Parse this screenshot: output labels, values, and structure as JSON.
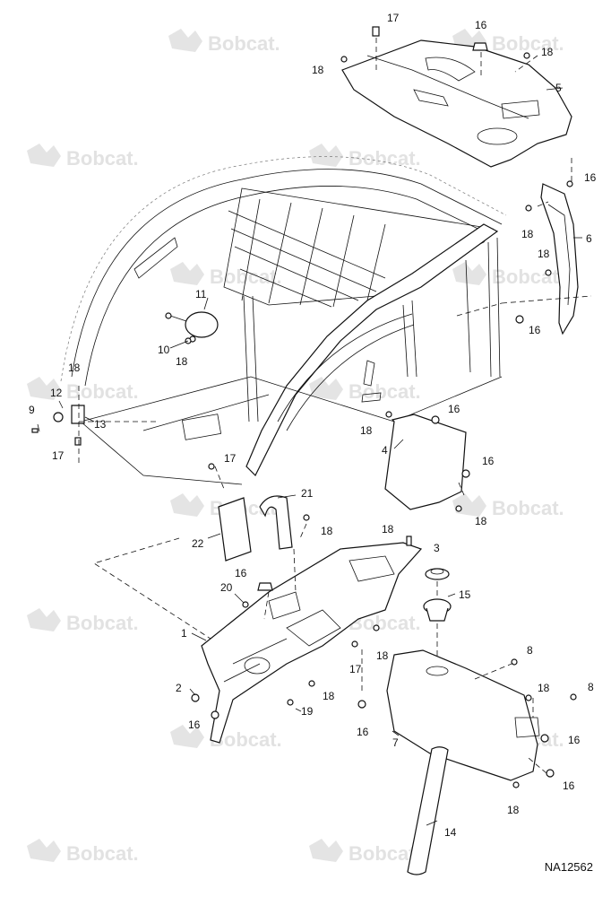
{
  "watermark": {
    "text": "Bobcat."
  },
  "figure_code": "NA12562",
  "callouts": {
    "c1": "1",
    "c2": "2",
    "c3": "3",
    "c4": "4",
    "c5": "5",
    "c6": "6",
    "c7": "7",
    "c8": "8",
    "c9": "9",
    "c10": "10",
    "c11": "11",
    "c12": "12",
    "c13": "13",
    "c14": "14",
    "c15": "15",
    "c16": "16",
    "c17": "17",
    "c18": "18",
    "c19": "19",
    "c20": "20",
    "c21": "21",
    "c22": "22"
  }
}
